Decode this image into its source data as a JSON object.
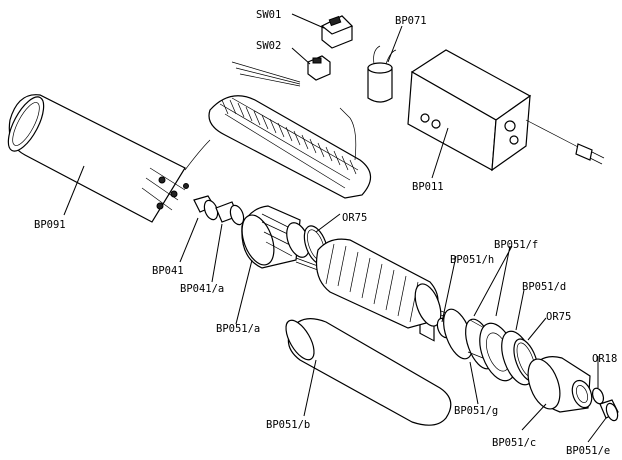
{
  "labels": {
    "sw01": "SW01",
    "sw02": "SW02",
    "bp071": "BP071",
    "bp011": "BP011",
    "bp091": "BP091",
    "or75_top": "OR75",
    "bp041": "BP041",
    "bp041a": "BP041/a",
    "bp051a": "BP051/a",
    "bp051h": "BP051/h",
    "bp051f": "BP051/f",
    "bp051d": "BP051/d",
    "or75_right": "OR75",
    "or18": "OR18",
    "bp051g": "BP051/g",
    "bp051b": "BP051/b",
    "bp051c": "BP051/c",
    "bp051e": "BP051/e"
  }
}
